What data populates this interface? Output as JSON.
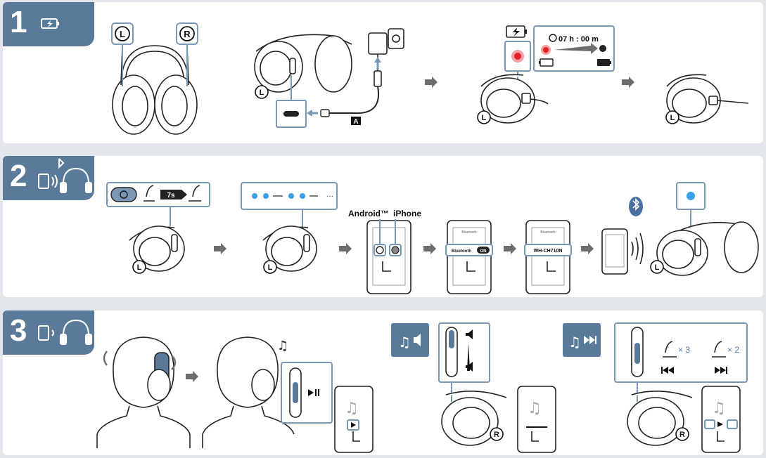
{
  "steps": [
    {
      "number": "1",
      "icon": "battery-charging-icon"
    },
    {
      "number": "2",
      "icon": "bluetooth-pairing-icon"
    },
    {
      "number": "3",
      "icon": "music-playback-icon"
    }
  ],
  "step1": {
    "left_marker": "L",
    "right_marker": "R",
    "cable_marker": "A",
    "charge_time": "07 h : 00 m"
  },
  "step2": {
    "android_label": "Android™",
    "iphone_label": "iPhone",
    "hold_time": "7s",
    "bluetooth_screen_title": "Bluetooth",
    "bluetooth_toggle_label": "Bluetooth",
    "toggle_state": "ON",
    "device_name": "WH-CH710N"
  },
  "step3": {
    "tap_3": "× 3",
    "tap_2": "× 2",
    "accent": "#5a7a9a"
  },
  "colors": {
    "tab_bg": "#5a7a9a",
    "highlight_box": "#7a97b5",
    "led_red": "#e0242a",
    "led_blue": "#3aa0e8",
    "line": "#222222"
  }
}
